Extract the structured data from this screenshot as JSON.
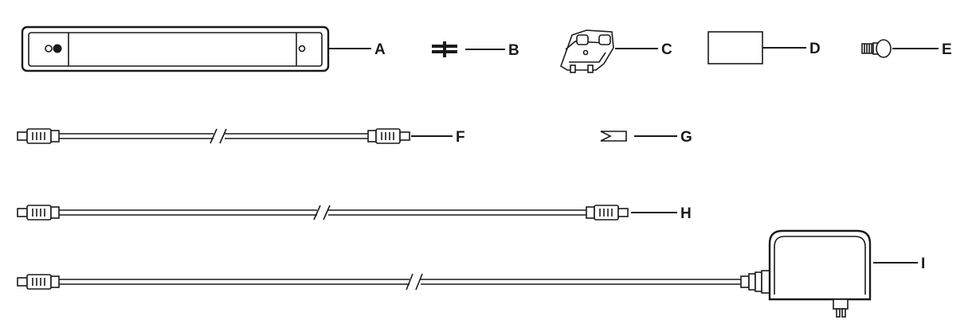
{
  "parts": [
    {
      "id": "A",
      "label": "A",
      "name": "light-bar"
    },
    {
      "id": "B",
      "label": "B",
      "name": "straight-connector"
    },
    {
      "id": "C",
      "label": "C",
      "name": "mounting-clip"
    },
    {
      "id": "D",
      "label": "D",
      "name": "adhesive-pad"
    },
    {
      "id": "E",
      "label": "E",
      "name": "screw"
    },
    {
      "id": "F",
      "label": "F",
      "name": "short-linking-cable"
    },
    {
      "id": "G",
      "label": "G",
      "name": "cable-clip"
    },
    {
      "id": "H",
      "label": "H",
      "name": "long-linking-cable"
    },
    {
      "id": "I",
      "label": "I",
      "name": "power-adapter"
    }
  ],
  "colors": {
    "ink": "#1a1a1a",
    "paper": "#ffffff"
  }
}
